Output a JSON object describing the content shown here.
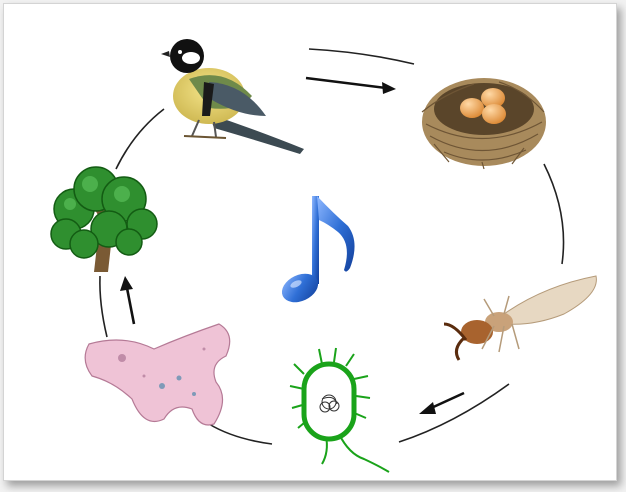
{
  "diagram": {
    "nodes": [
      {
        "id": "bird",
        "icon": "bird-icon"
      },
      {
        "id": "nest",
        "icon": "nest-with-eggs-icon"
      },
      {
        "id": "termite",
        "icon": "termite-icon"
      },
      {
        "id": "bacterium",
        "icon": "bacterium-icon"
      },
      {
        "id": "amoeba",
        "icon": "amoeba-icon"
      },
      {
        "id": "tree",
        "icon": "tree-icon"
      }
    ],
    "center_icon": "music-note-icon",
    "colors": {
      "note": "#2f6fd6",
      "bacterium": "#1aa31a",
      "amoeba": "#e8a6c3",
      "tree_leaf": "#2f8f2f",
      "trunk": "#7a5a34",
      "cycle_line": "#222222"
    }
  }
}
